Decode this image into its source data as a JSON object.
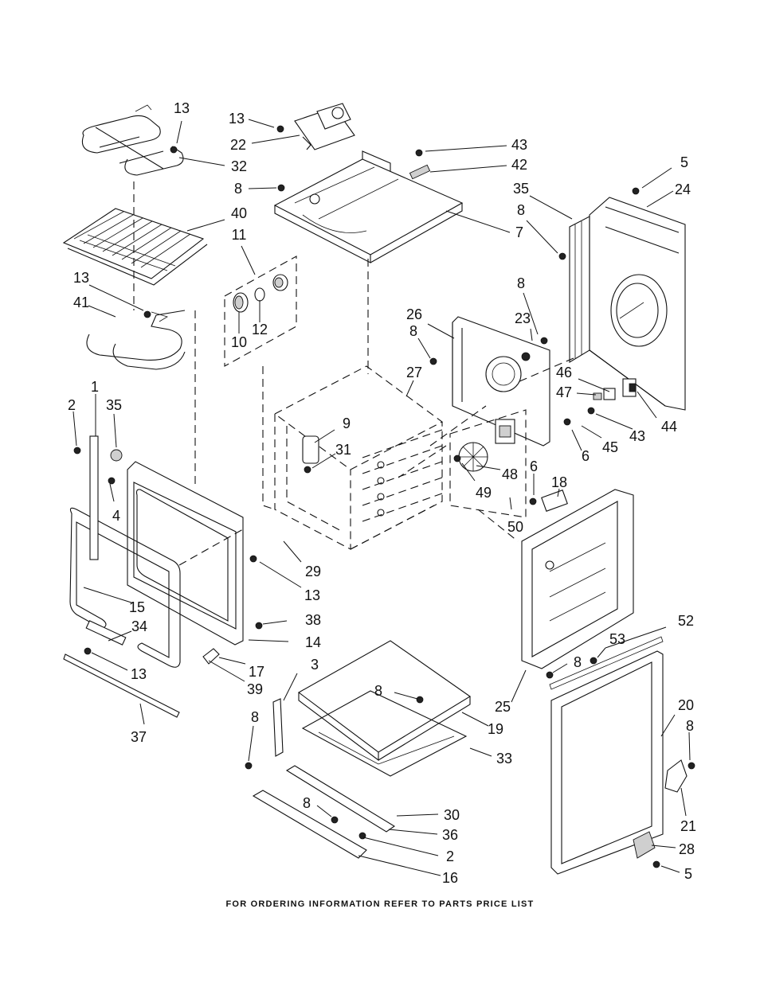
{
  "footer_text": "FOR ORDERING INFORMATION REFER TO PARTS PRICE LIST",
  "callouts": [
    {
      "id": "c13a",
      "text": "13"
    },
    {
      "id": "c32",
      "text": "32"
    },
    {
      "id": "c13b",
      "text": "13"
    },
    {
      "id": "c22",
      "text": "22"
    },
    {
      "id": "c43a",
      "text": "43"
    },
    {
      "id": "c42",
      "text": "42"
    },
    {
      "id": "c8a",
      "text": "8"
    },
    {
      "id": "c7",
      "text": "7"
    },
    {
      "id": "c5a",
      "text": "5"
    },
    {
      "id": "c24",
      "text": "24"
    },
    {
      "id": "c35a",
      "text": "35"
    },
    {
      "id": "c8b",
      "text": "8"
    },
    {
      "id": "c40",
      "text": "40"
    },
    {
      "id": "c11",
      "text": "11"
    },
    {
      "id": "c13c",
      "text": "13"
    },
    {
      "id": "c41",
      "text": "41"
    },
    {
      "id": "c12",
      "text": "12"
    },
    {
      "id": "c10",
      "text": "10"
    },
    {
      "id": "c8c",
      "text": "8"
    },
    {
      "id": "c26",
      "text": "26"
    },
    {
      "id": "c23",
      "text": "23"
    },
    {
      "id": "c8d",
      "text": "8"
    },
    {
      "id": "c27",
      "text": "27"
    },
    {
      "id": "c46",
      "text": "46"
    },
    {
      "id": "c47",
      "text": "47"
    },
    {
      "id": "c44",
      "text": "44"
    },
    {
      "id": "c43b",
      "text": "43"
    },
    {
      "id": "c45",
      "text": "45"
    },
    {
      "id": "c6a",
      "text": "6"
    },
    {
      "id": "c1",
      "text": "1"
    },
    {
      "id": "c2a",
      "text": "2"
    },
    {
      "id": "c35b",
      "text": "35"
    },
    {
      "id": "c9",
      "text": "9"
    },
    {
      "id": "c31",
      "text": "31"
    },
    {
      "id": "c48",
      "text": "48"
    },
    {
      "id": "c49",
      "text": "49"
    },
    {
      "id": "c6b",
      "text": "6"
    },
    {
      "id": "c18",
      "text": "18"
    },
    {
      "id": "c4",
      "text": "4"
    },
    {
      "id": "c50",
      "text": "50"
    },
    {
      "id": "c29",
      "text": "29"
    },
    {
      "id": "c13d",
      "text": "13"
    },
    {
      "id": "c15",
      "text": "15"
    },
    {
      "id": "c34",
      "text": "34"
    },
    {
      "id": "c38",
      "text": "38"
    },
    {
      "id": "c14",
      "text": "14"
    },
    {
      "id": "c13e",
      "text": "13"
    },
    {
      "id": "c17",
      "text": "17"
    },
    {
      "id": "c52",
      "text": "52"
    },
    {
      "id": "c53",
      "text": "53"
    },
    {
      "id": "c8e",
      "text": "8"
    },
    {
      "id": "c3",
      "text": "3"
    },
    {
      "id": "c39",
      "text": "39"
    },
    {
      "id": "c8f",
      "text": "8"
    },
    {
      "id": "c25",
      "text": "25"
    },
    {
      "id": "c19",
      "text": "19"
    },
    {
      "id": "c37",
      "text": "37"
    },
    {
      "id": "c8g",
      "text": "8"
    },
    {
      "id": "c20",
      "text": "20"
    },
    {
      "id": "c8h",
      "text": "8"
    },
    {
      "id": "c33",
      "text": "33"
    },
    {
      "id": "c30",
      "text": "30"
    },
    {
      "id": "c8i",
      "text": "8"
    },
    {
      "id": "c36",
      "text": "36"
    },
    {
      "id": "c21",
      "text": "21"
    },
    {
      "id": "c2b",
      "text": "2"
    },
    {
      "id": "c28",
      "text": "28"
    },
    {
      "id": "c16",
      "text": "16"
    },
    {
      "id": "c5b",
      "text": "5"
    }
  ]
}
